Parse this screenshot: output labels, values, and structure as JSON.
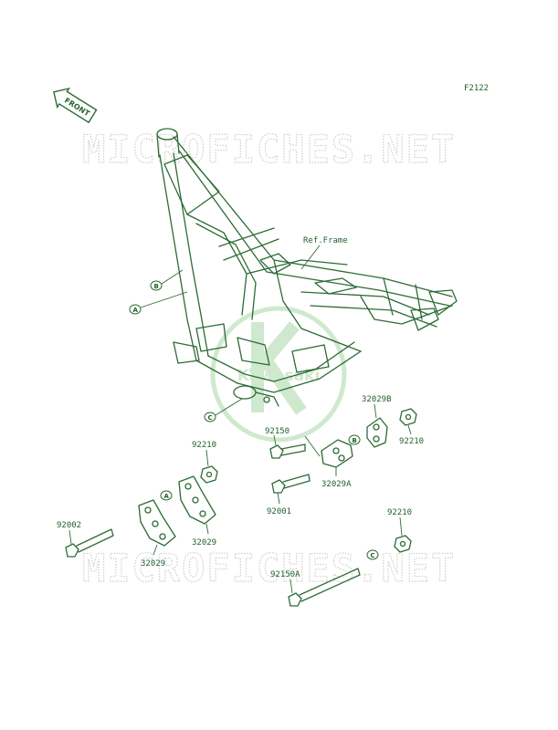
{
  "figure_code": "F2122",
  "front_arrow_label": "FRONT",
  "reference_label": "Ref.Frame",
  "watermark_text": "MICROFICHES.NET",
  "logo_text": "Kawasaki",
  "colors": {
    "line": "#2d6b35",
    "label": "#1f5f2a",
    "watermark": "#cfcfcf",
    "logo": "#a8d8a8"
  },
  "callouts": [
    "A",
    "B",
    "C"
  ],
  "parts": {
    "p32029B": "32029B",
    "p92210_top": "92210",
    "p92150": "92150",
    "p32029A": "32029A",
    "p92001": "92001",
    "p92210_left": "92210",
    "p92002": "92002",
    "p32029_right": "32029",
    "p32029_left": "32029",
    "p92210_bottom": "92210",
    "p92150A": "92150A"
  }
}
